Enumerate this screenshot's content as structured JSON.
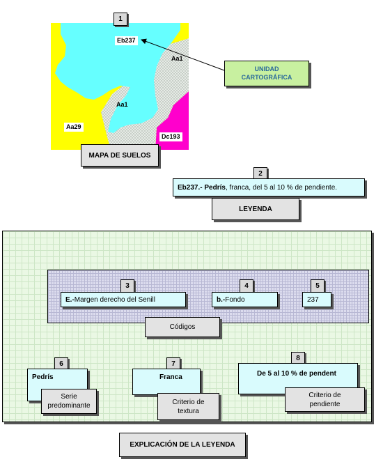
{
  "colors": {
    "map_yellow": "#ffff00",
    "map_cyan": "#66ffff",
    "map_magenta": "#ff00cc",
    "map_gray": "#e6ebe6",
    "unit_text": "#2a6a9a",
    "unit_bg": "#c8f0a0",
    "box_gray": "#e3e3e3",
    "box_cyan": "#d9fbfd",
    "explain_bg": "#eaf8e4",
    "code_bg": "#dcdcee"
  },
  "numbers": [
    "1",
    "2",
    "3",
    "4",
    "5",
    "6",
    "7",
    "8"
  ],
  "map": {
    "labels": {
      "eb237": "Eb237",
      "aa1_top": "Aa1",
      "aa1_center": "Aa1",
      "aa29": "Aa29",
      "dc193": "Dc193"
    },
    "caption": "MAPA DE SUELOS"
  },
  "unit_callout": {
    "line1": "UNIDAD",
    "line2": "CARTOGRÁFICA"
  },
  "legend": {
    "code": "Eb237.-",
    "name": "Pedrís",
    "rest": ", franca, del 5 al 10 % de pendiente.",
    "caption": "LEYENDA"
  },
  "codes": {
    "margin_letter": "E.-",
    "margin_text": " Margen derecho del Senill",
    "fondo_letter": "b.-",
    "fondo_text": " Fondo",
    "number": "237",
    "caption": "Códigos"
  },
  "criteria": {
    "series_value": "Pedrís",
    "series_caption_1": "Serie",
    "series_caption_2": "predominante",
    "texture_value": "Franca",
    "texture_caption_1": "Criterio de",
    "texture_caption_2": "textura",
    "slope_value": "De 5 al 10 % de pendent",
    "slope_caption_1": "Criterio de",
    "slope_caption_2": "pendiente"
  },
  "explanation_caption": "EXPLICACIÓN DE LA LEYENDA"
}
